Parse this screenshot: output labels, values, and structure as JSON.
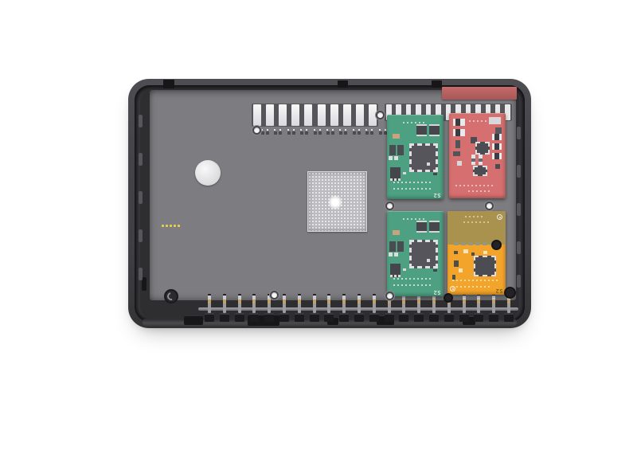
{
  "image": {
    "description": "3D product render of an opened device chassis showing the mainboard and four plug-in line modules",
    "background": "#ffffff"
  },
  "device": {
    "colors": {
      "tray": "#39393d",
      "floor": "#2e2e31",
      "pcb": "#7d7d81",
      "shield": "#bdbdc1",
      "red_bar": "#c76a6a",
      "pin_brass": "#c2a06a"
    }
  },
  "top_connectors": {
    "left_slots": 10,
    "right_slots": 13
  },
  "bottom_terminals": {
    "pin_count": 21
  },
  "modules": [
    {
      "id": "s2-module-top-green",
      "type": "green",
      "color": "#4ea083",
      "label": "S2",
      "label_color": "#d9ebe1"
    },
    {
      "id": "module-top-red",
      "type": "red",
      "color": "#d66f6f",
      "label": "",
      "label_color": "#f2dada"
    },
    {
      "id": "s2-module-bottom-green",
      "type": "green",
      "color": "#4ea083",
      "label": "S2",
      "label_color": "#d9ebe1"
    },
    {
      "id": "s2-module-bottom-orange",
      "type": "orange",
      "color": "#f3a42b",
      "top_color": "#a9914e",
      "label": "S2",
      "label_color": "#7c5d10"
    }
  ]
}
